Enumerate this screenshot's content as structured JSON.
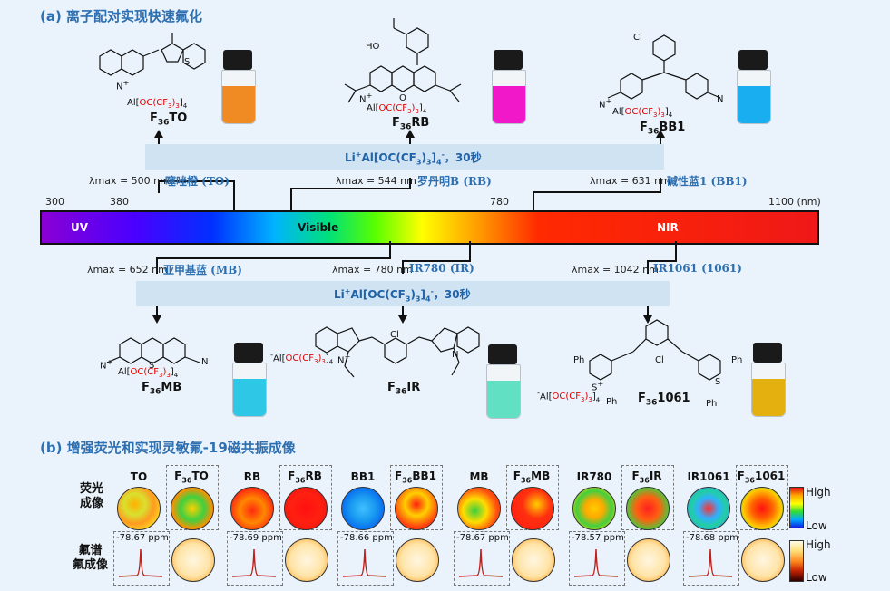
{
  "section_a": {
    "title": "(a) 离子配对实现快速氟化"
  },
  "section_b": {
    "title": "(b) 增强荧光和实现灵敏氟-19磁共振成像"
  },
  "reagent_top": {
    "prefix": "Li",
    "sup": "+",
    "formula": "Al[OC(CF",
    "sub1": "3",
    "close": ")",
    "sub2": "3",
    "close2": "]",
    "sub3": "4",
    "sup2": "-",
    "suffix": "，30秒"
  },
  "reagent_bottom": {
    "prefix": "Li",
    "sup": "+",
    "formula": "Al[OC(CF",
    "sub1": "3",
    "close": ")",
    "sub2": "3",
    "close2": "]",
    "sub3": "4",
    "sup2": "-",
    "suffix": "，30秒"
  },
  "spectrum": {
    "ticks": [
      "300",
      "380",
      "780",
      "1100 (nm)"
    ],
    "labels": [
      "UV",
      "Visible",
      "NIR"
    ]
  },
  "dyes_top": [
    {
      "lambda": "λmax = 500 nm",
      "name": "噻唑橙 (TO)"
    },
    {
      "lambda": "λmax = 544 nm",
      "name": "罗丹明B (RB)"
    },
    {
      "lambda": "λmax = 631 nm",
      "name": "碱性蓝1 (BB1)"
    }
  ],
  "dyes_bottom": [
    {
      "lambda": "λmax = 652 nm",
      "name": "亚甲基蓝 (MB)"
    },
    {
      "lambda": "λmax = 780 nm",
      "name": "IR780 (IR)"
    },
    {
      "lambda": "λmax = 1042 nm",
      "name": "IR1061 (1061)"
    }
  ],
  "compounds": [
    {
      "pre": "F",
      "sub": "36",
      "post": "TO",
      "liquid": "#f08a22"
    },
    {
      "pre": "F",
      "sub": "36",
      "post": "RB",
      "liquid": "#f018c8"
    },
    {
      "pre": "F",
      "sub": "36",
      "post": "BB1",
      "liquid": "#18aef0"
    },
    {
      "pre": "F",
      "sub": "36",
      "post": "MB",
      "liquid": "#2ec8e6"
    },
    {
      "pre": "F",
      "sub": "36",
      "post": "IR",
      "liquid": "#62e0c4"
    },
    {
      "pre": "F",
      "sub": "36",
      "post": "1061",
      "liquid": "#e4b010"
    }
  ],
  "counterion": {
    "al": "Al[",
    "oc": "OC(CF",
    "s1": "3",
    "p": ")",
    "s2": "3",
    "b": "]",
    "s3": "4"
  },
  "row_labels": {
    "fluor": [
      "荧光",
      "成像"
    ],
    "mri": [
      "氟谱",
      "氟成像"
    ]
  },
  "imaging_pairs": [
    {
      "left": "TO",
      "right_pre": "F",
      "right_sub": "36",
      "right_post": "TO",
      "ppm": "-78.67 ppm"
    },
    {
      "left": "RB",
      "right_pre": "F",
      "right_sub": "36",
      "right_post": "RB",
      "ppm": "-78.69 ppm"
    },
    {
      "left": "BB1",
      "right_pre": "F",
      "right_sub": "36",
      "right_post": "BB1",
      "ppm": "-78.66 ppm"
    },
    {
      "left": "MB",
      "right_pre": "F",
      "right_sub": "36",
      "right_post": "MB",
      "ppm": "-78.67 ppm"
    },
    {
      "left": "IR780",
      "right_pre": "F",
      "right_sub": "36",
      "right_post": "IR",
      "ppm": "-78.57 ppm"
    },
    {
      "left": "IR1061",
      "right_pre": "F",
      "right_sub": "36",
      "right_post": "1061",
      "ppm": "-78.68 ppm"
    }
  ],
  "colorbar_fluor": {
    "high": "High",
    "low": "Low"
  },
  "colorbar_mri": {
    "high": "High",
    "low": "Low"
  },
  "structure_text": {
    "n_methyl": "N",
    "s": "S",
    "n_plus": "N",
    "cl": "Cl",
    "o": "O",
    "oh": "HO",
    "ph": "Ph",
    "me": "N"
  }
}
